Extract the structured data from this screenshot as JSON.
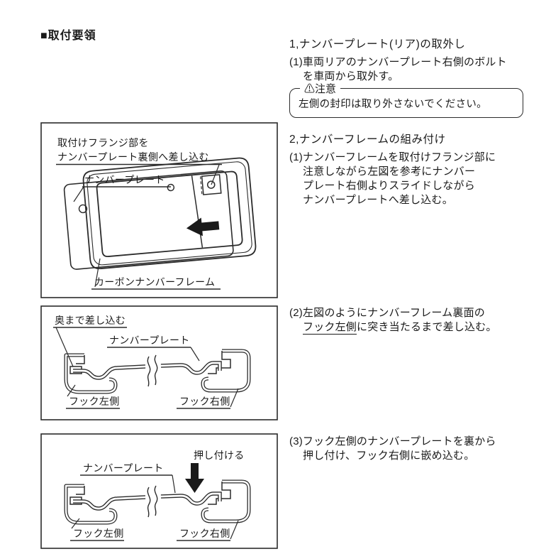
{
  "header": {
    "title": "■取付要領"
  },
  "colors": {
    "ink": "#1a1a1a",
    "line": "#2b2b2b",
    "background": "#ffffff"
  },
  "right_column": {
    "section1": {
      "heading": "1,ナンバープレート(リア)の取外し",
      "para": {
        "line1": "(1)車両リアのナンバープレート右側のボルト",
        "line2": "を車両から取外す。"
      },
      "caution": {
        "icon": "⚠",
        "label": "注意",
        "text": "左側の封印は取り外さないでください。"
      }
    },
    "section2": {
      "heading": "2,ナンバーフレームの組み付け",
      "para1": {
        "line1": "(1)ナンバーフレームを取付けフランジ部に",
        "line2": "注意しながら左図を参考にナンバー",
        "line3": "プレート右側よりスライドしながら",
        "line4": "ナンバープレートへ差し込む。"
      },
      "para2": {
        "line1": "(2)左図のようにナンバーフレーム裏面の",
        "line2_underlined": "フック左側",
        "line2_rest": "に突き当たるまで差し込む。"
      },
      "para3": {
        "line1": "(3)フック左側のナンバープレートを裏から",
        "line2": "押し付け、フック右側に嵌め込む。"
      }
    }
  },
  "diagram1": {
    "label_flange_line1": "取付けフランジ部を",
    "label_flange_line2": "ナンバープレート裏側へ差し込む",
    "label_plate": "ナンバープレート",
    "label_frame": "カーボンナンバーフレーム"
  },
  "diagram2": {
    "label_insert": "奥まで差し込む",
    "label_plate": "ナンバープレート",
    "label_hook_left": "フック左側",
    "label_hook_right": "フック右側"
  },
  "diagram3": {
    "label_press": "押し付ける",
    "label_plate": "ナンバープレート",
    "label_hook_left": "フック左側",
    "label_hook_right": "フック右側"
  }
}
